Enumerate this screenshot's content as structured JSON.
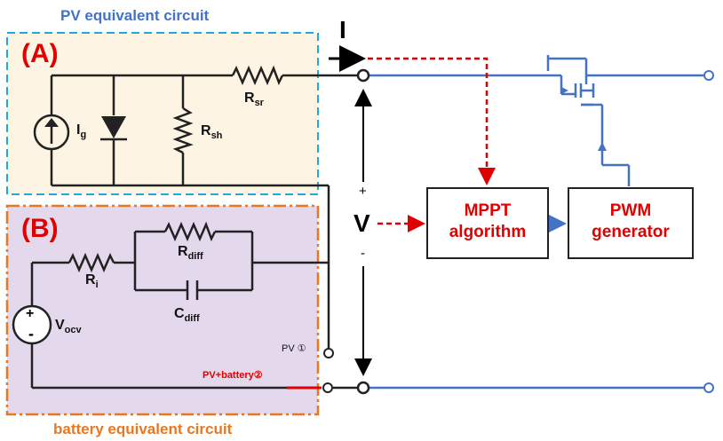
{
  "pv": {
    "title": "PV equivalent circuit",
    "tag": "(A)",
    "Ig": "I",
    "Ig_sub": "g",
    "Rsh": "R",
    "Rsh_sub": "sh",
    "Rsr": "R",
    "Rsr_sub": "sr"
  },
  "battery": {
    "title": "battery equivalent circuit",
    "tag": "(B)",
    "Rdiff": "R",
    "Rdiff_sub": "diff",
    "Ri": "R",
    "Ri_sub": "i",
    "Cdiff": "C",
    "Cdiff_sub": "diff",
    "Vocv": "V",
    "Vocv_sub": "ocv",
    "plus": "+",
    "minus": "-"
  },
  "terminals": {
    "current": "I",
    "voltage": "V",
    "plus": "+",
    "minus": "-",
    "pv_switch": "PV ①",
    "pv_battery_switch": "PV+battery②"
  },
  "blocks": {
    "mppt_line1": "MPPT",
    "mppt_line2": "algorithm",
    "pwm_line1": "PWM",
    "pwm_line2": "generator"
  },
  "colors": {
    "pv_box_fill": "#fdf4e3",
    "pv_box_border": "#1fa9e1",
    "battery_box_fill": "#e4d9ec",
    "battery_box_border": "#e87722",
    "wire_blue": "#4472c4",
    "signal_red": "#e00000",
    "title_blue": "#4472c4",
    "title_orange": "#e87722"
  }
}
